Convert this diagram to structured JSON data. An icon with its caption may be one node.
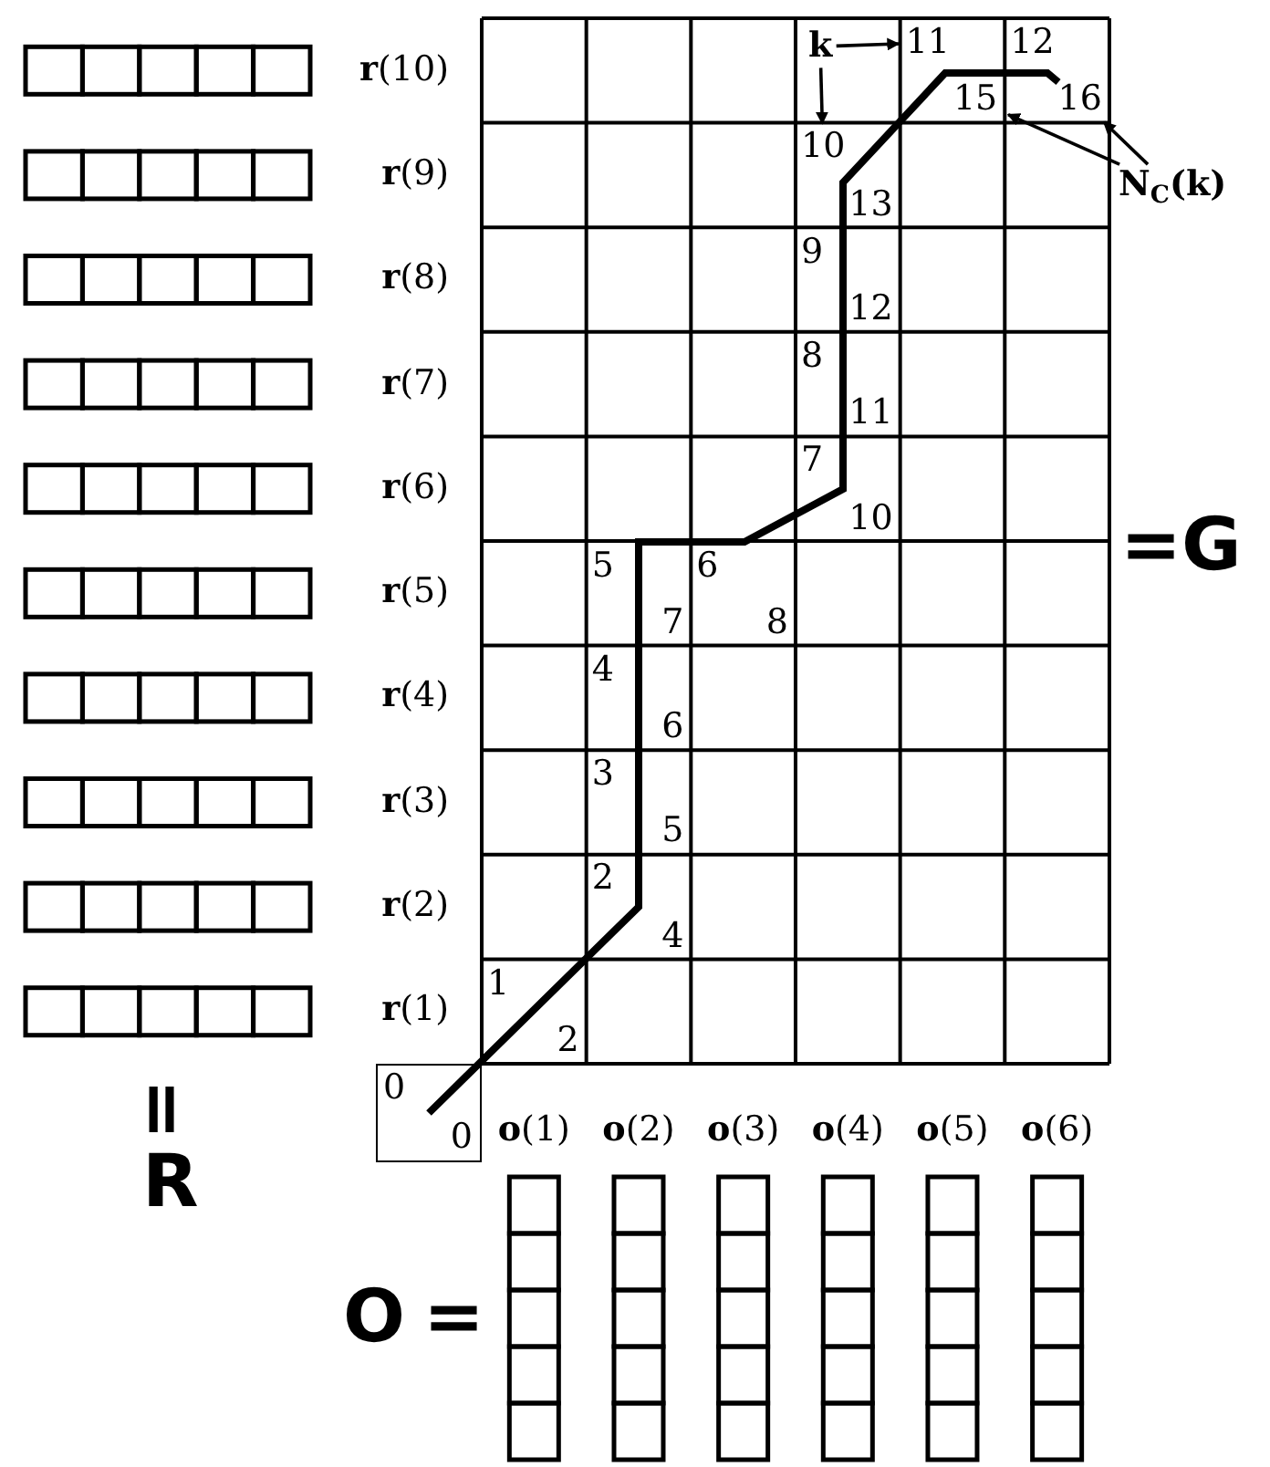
{
  "diagram": {
    "nodes": [
      {
        "text": [
          "k"
        ]
      },
      {
        "text": [
          "11"
        ]
      },
      {
        "text": [
          "10"
        ]
      },
      {
        "text": [
          "15"
        ]
      },
      {
        "text": [
          "16"
        ]
      },
      {
        "text": [
          "N$_{C}$(k)"
        ]
      },
      {
        "text": [
          "0",
          "0"
        ]
      }
    ],
    "edges": [
      {
        "from": 0,
        "to": 1,
        "arrow": "to"
      },
      {
        "from": 0,
        "to": 2,
        "arrow": "to"
      },
      {
        "from": 5,
        "to": 3,
        "arrow": "to"
      },
      {
        "from": 5,
        "to": 4,
        "arrow": "to"
      },
      {
        "from": 6,
        "to": 4,
        "arrow": "none",
        "style": "thick"
      }
    ],
    "labels": [
      "**r**(10)",
      "**r**(9)",
      "**r**(8)",
      "**r**(7)",
      "**r**(6)",
      "**r**(5)",
      "**r**(4)",
      "**r**(3)",
      "**r**(2)",
      "**r**(1)",
      "12",
      "13",
      "9",
      "12",
      "8",
      "11",
      "7",
      "10",
      "5",
      "6",
      "7",
      "8",
      "4",
      "6",
      "3",
      "5",
      "2",
      "4",
      "1",
      "2",
      "**o**(1)",
      "**o**(2)",
      "**o**(3)",
      "**o**(4)",
      "**o**(5)",
      "**o**(6)",
      "=G",
      "=",
      "R",
      "O",
      "="
    ]
  }
}
